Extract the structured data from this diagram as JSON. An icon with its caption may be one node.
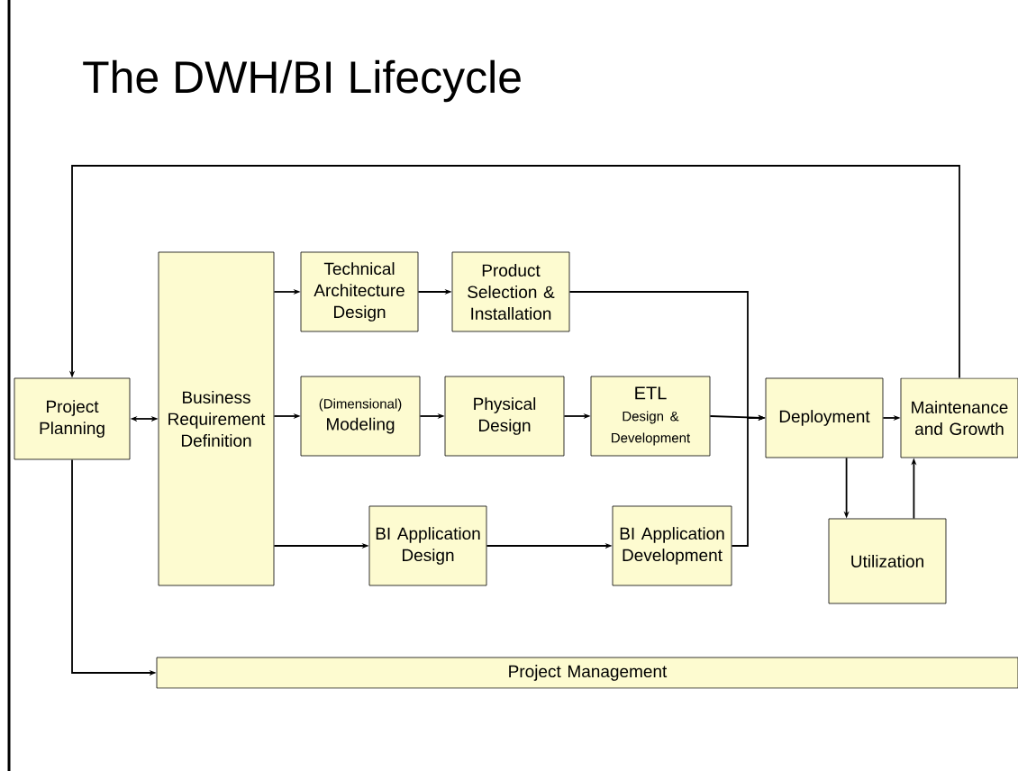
{
  "diagram": {
    "title": "The DWH/BI Lifecycle",
    "nodes": [
      {
        "text": [
          "Project Planning"
        ]
      },
      {
        "text": [
          "Business Requirement Definition"
        ]
      },
      {
        "text": [
          "Technical Architecture Design"
        ]
      },
      {
        "text": [
          "Product Selection & Installation"
        ]
      },
      {
        "text": [
          "(Dimensional)",
          "Modeling"
        ]
      },
      {
        "text": [
          "Physical Design"
        ]
      },
      {
        "text": [
          "ETL",
          "Design & Development"
        ]
      },
      {
        "text": [
          "Deployment"
        ]
      },
      {
        "text": [
          "Maintenance and Growth"
        ]
      },
      {
        "text": [
          "Utilization"
        ]
      },
      {
        "text": [
          "BI Application Design"
        ]
      },
      {
        "text": [
          "BI Application Development"
        ]
      },
      {
        "text": [
          "Project Management"
        ]
      }
    ],
    "edges": [
      {
        "from": 0,
        "to": 1,
        "arrow": "both"
      },
      {
        "from": 1,
        "to": 2,
        "arrow": "to"
      },
      {
        "from": 1,
        "to": 4,
        "arrow": "to"
      },
      {
        "from": 1,
        "to": 10,
        "arrow": "to"
      },
      {
        "from": 2,
        "to": 3,
        "arrow": "to"
      },
      {
        "from": 4,
        "to": 5,
        "arrow": "to"
      },
      {
        "from": 5,
        "to": 6,
        "arrow": "to"
      },
      {
        "from": 10,
        "to": 11,
        "arrow": "to"
      },
      {
        "from": 3,
        "to": 7,
        "arrow": "to"
      },
      {
        "from": 6,
        "to": 7,
        "arrow": "to"
      },
      {
        "from": 11,
        "to": 7,
        "arrow": "to"
      },
      {
        "from": 7,
        "to": 8,
        "arrow": "to"
      },
      {
        "from": 7,
        "to": 9,
        "arrow": "to"
      },
      {
        "from": 9,
        "to": 8,
        "arrow": "to"
      },
      {
        "from": 8,
        "to": 0,
        "arrow": "to"
      },
      {
        "from": 0,
        "to": 12,
        "arrow": "to"
      }
    ]
  }
}
